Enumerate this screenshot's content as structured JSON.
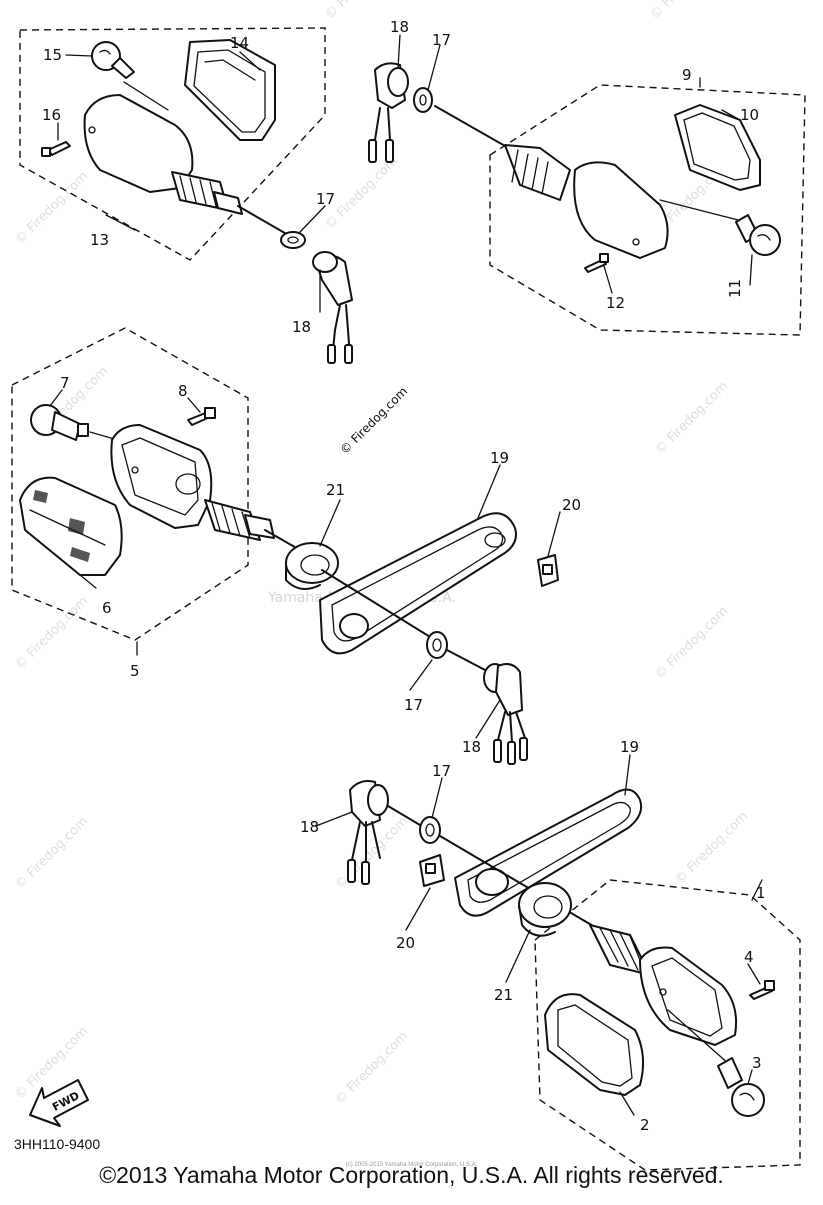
{
  "diagram": {
    "callouts": [
      "1",
      "2",
      "3",
      "4",
      "5",
      "6",
      "7",
      "8",
      "9",
      "10",
      "11",
      "12",
      "13",
      "14",
      "15",
      "16",
      "17",
      "18",
      "19",
      "20",
      "21"
    ],
    "watermark_site": "© Firedog.com",
    "watermark_center": "Yamaha Motor Corp, U.S.A.",
    "fwd_label": "FWD",
    "part_code": "3HH110-9400",
    "copyright": "©2013 Yamaha Motor Corporation, U.S.A. All rights reserved.",
    "copyright_small": "(c) 2005-2015 Yamaha Motor Corporation, U.S.A.",
    "ink_color": "#111111",
    "watermark_color": "#dedede"
  }
}
